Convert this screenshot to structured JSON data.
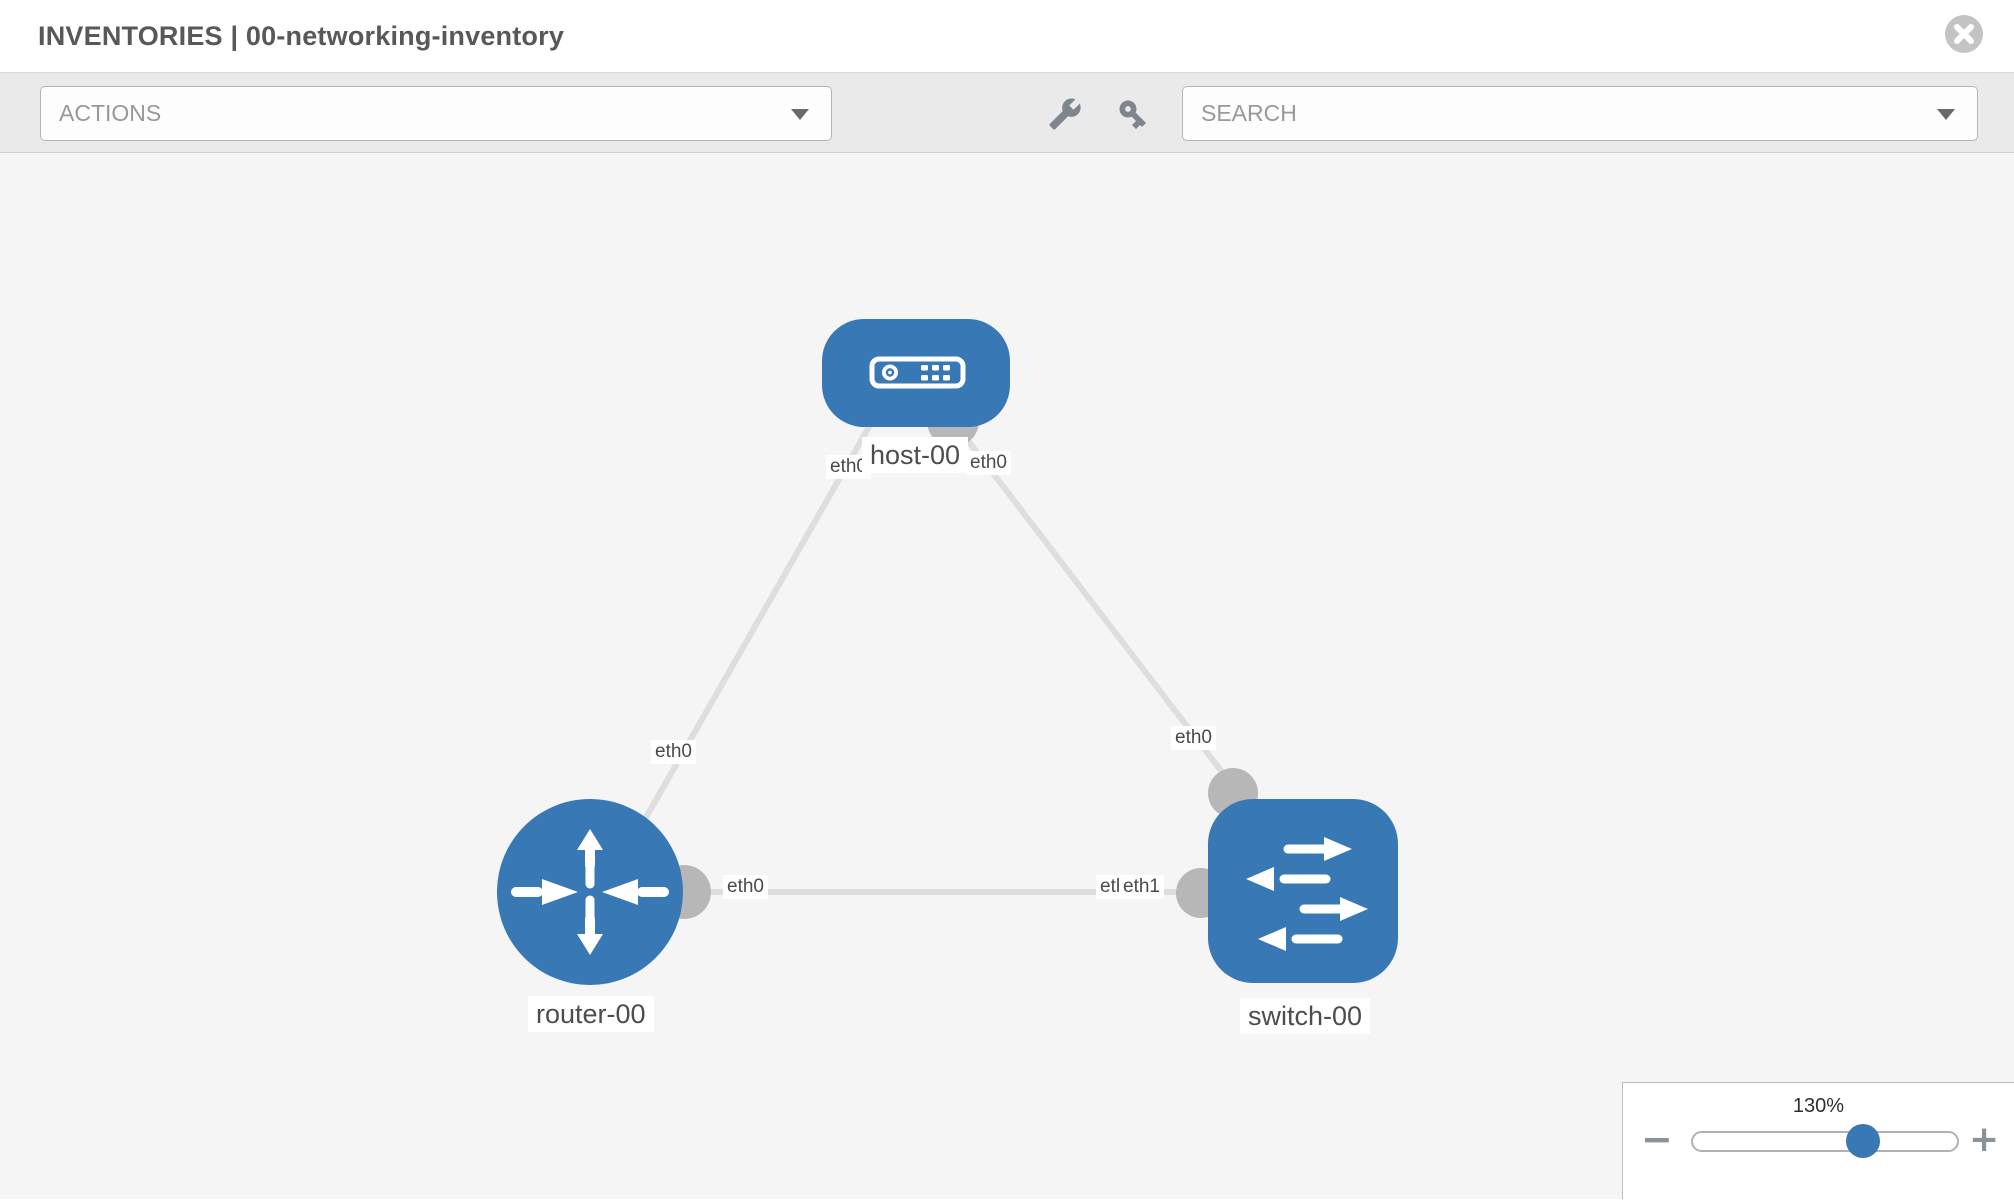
{
  "header": {
    "title": "INVENTORIES | 00-networking-inventory"
  },
  "toolbar": {
    "actions_label": "ACTIONS",
    "search_label": "SEARCH"
  },
  "icons": {
    "header_close": "circle-x-icon",
    "toolbar_buttons": [
      "wrench-icon",
      "key-icon"
    ],
    "dropdown_caret": "caret-down-icon",
    "node_glyphs": {
      "host": "server-icon",
      "router": "router-arrows-icon",
      "switch": "switch-arrows-icon"
    }
  },
  "topology": {
    "nodes": [
      {
        "label": "host-00",
        "type": "host"
      },
      {
        "label": "router-00",
        "type": "router"
      },
      {
        "label": "switch-00",
        "type": "switch"
      }
    ],
    "links": [
      {
        "from": "host-00",
        "to": "router-00",
        "labels": [
          "eth0",
          "eth0"
        ]
      },
      {
        "from": "host-00",
        "to": "switch-00",
        "labels": [
          "eth0",
          "eth0"
        ]
      },
      {
        "from": "router-00",
        "to": "switch-00",
        "labels": [
          "eth0",
          "eth0",
          "eth1"
        ]
      }
    ]
  },
  "zoom": {
    "level": "130%",
    "minus_label": "−",
    "plus_label": "+"
  },
  "colors": {
    "node_fill": "#3878b4",
    "connector_fill": "#b7b7b7",
    "link_stroke": "#dedede",
    "canvas_bg": "#f5f5f5",
    "toolbar_bg": "#eaeaea",
    "accent_blue": "#3878b4"
  }
}
